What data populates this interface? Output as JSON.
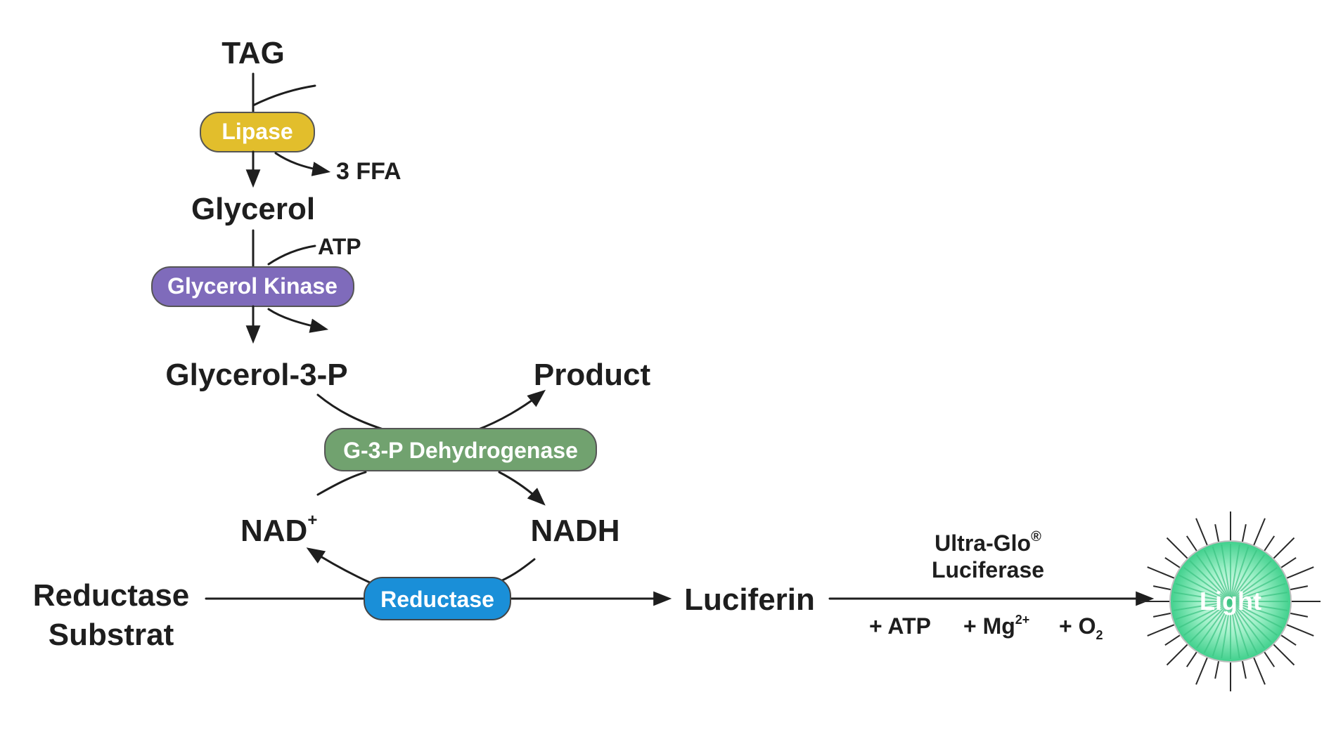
{
  "molecules": {
    "tag": "TAG",
    "ffa": "3 FFA",
    "glycerol": "Glycerol",
    "atp_in": "ATP",
    "g3p": "Glycerol-3-P",
    "product": "Product",
    "nad": "NAD",
    "nad_sup": "+",
    "nadh": "NADH",
    "reductase_substrat_line1": "Reductase",
    "reductase_substrat_line2": "Substrat",
    "luciferin": "Luciferin"
  },
  "enzymes": {
    "lipase": {
      "label": "Lipase",
      "color": "#e2be2c"
    },
    "glycerol_kinase": {
      "label": "Glycerol Kinase",
      "color": "#7f6bbb"
    },
    "g3p_dehydrogenase": {
      "label": "G-3-P Dehydrogenase",
      "color": "#71a26f"
    },
    "reductase": {
      "label": "Reductase",
      "color": "#1a8fd8"
    }
  },
  "luciferase": {
    "line1": "Ultra-Glo",
    "line1_sup": "®",
    "line2": "Luciferase"
  },
  "cofactors": {
    "atp": "+ ATP",
    "mg": "+ Mg",
    "mg_sup": "2+",
    "o2": "+ O",
    "o2_sub": "2"
  },
  "light": {
    "label": "Light",
    "color": "#54e0a0"
  },
  "colors": {
    "ink": "#1e1e1e"
  }
}
